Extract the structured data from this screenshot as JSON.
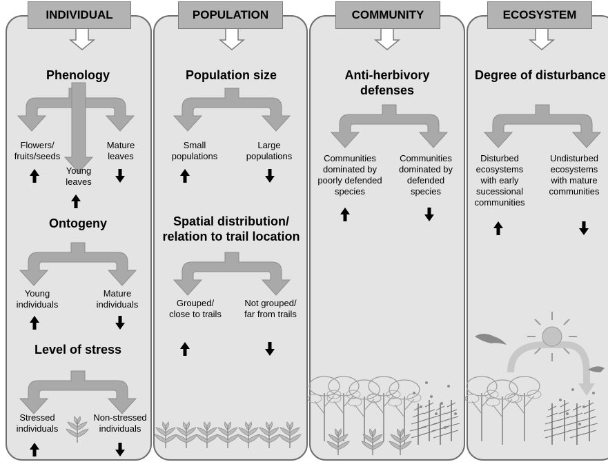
{
  "levels": {
    "individual": {
      "title": "INDIVIDUAL",
      "phenology": {
        "heading": "Phenology",
        "flowers": "Flowers/\nfruits/seeds",
        "young_leaves": "Young\nleaves",
        "mature_leaves": "Mature\nleaves"
      },
      "ontogeny": {
        "heading": "Ontogeny",
        "young": "Young\nindividuals",
        "mature": "Mature\nindividuals"
      },
      "stress": {
        "heading": "Level of stress",
        "stressed": "Stressed\nindividuals",
        "non_stressed": "Non-stressed\nindividuals"
      }
    },
    "population": {
      "title": "POPULATION",
      "size": {
        "heading": "Population size",
        "small": "Small\npopulations",
        "large": "Large\npopulations"
      },
      "spatial": {
        "heading": "Spatial distribution/\nrelation to trail location",
        "grouped": "Grouped/\nclose to trails",
        "not_grouped": "Not grouped/\nfar from trails"
      }
    },
    "community": {
      "title": "COMMUNITY",
      "heading": "Anti-herbivory\ndefenses",
      "poorly": "Communities\ndominated by\npoorly defended\nspecies",
      "defended": "Communities\ndominated by\ndefended\nspecies"
    },
    "ecosystem": {
      "title": "ECOSYSTEM",
      "heading": "Degree of disturbance",
      "disturbed": "Disturbed\necosystems\nwith early\nsucessional\ncommunities",
      "undisturbed": "Undisturbed\necosystems\nwith mature\ncommunities"
    }
  },
  "colors": {
    "panel_fill": "#e4e4e4",
    "panel_border": "#6e6e6e",
    "tab_fill": "#b3b3b3",
    "branch_fill": "#a9a9a9",
    "arrow": "#000000"
  },
  "icons": [
    "up-arrow-icon",
    "down-arrow-icon",
    "branch-arrow-icon",
    "tab-pointer-icon",
    "plant-icon",
    "forest-icon",
    "sun-icon",
    "bird-icon"
  ]
}
